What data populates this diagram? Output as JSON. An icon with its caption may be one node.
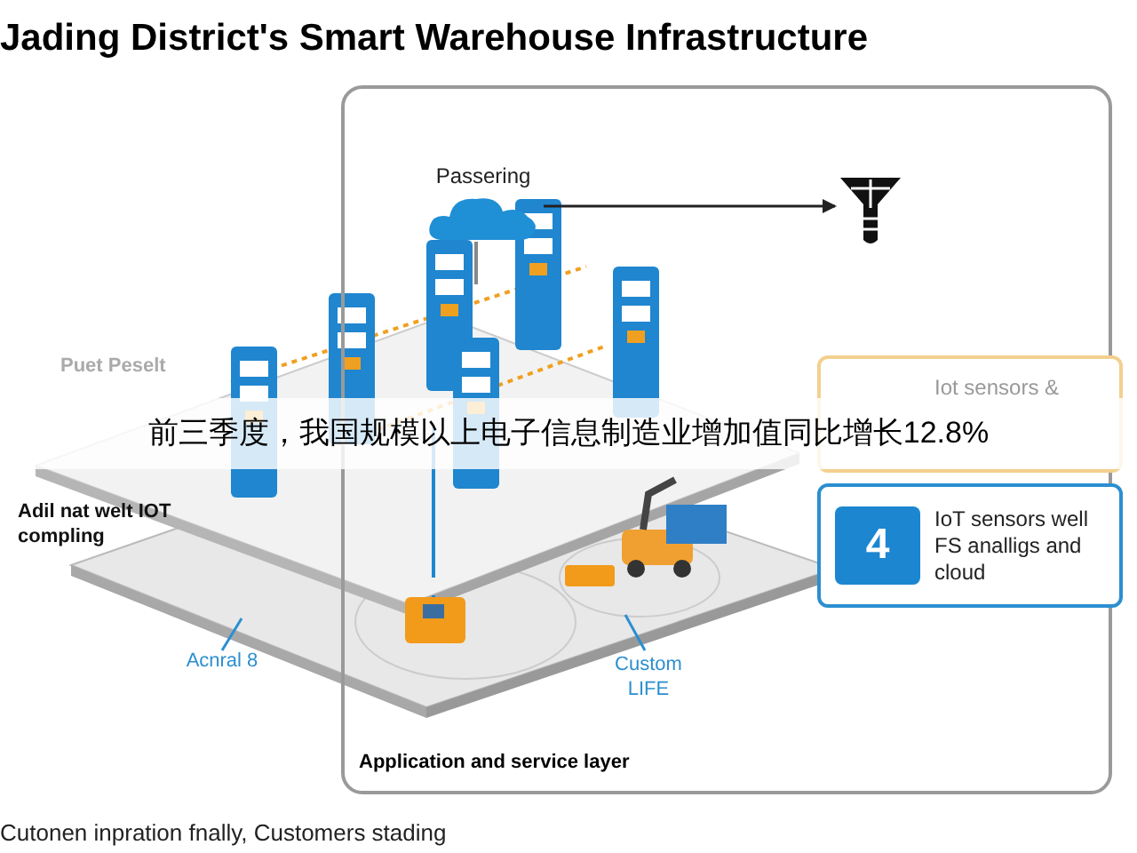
{
  "diagram": {
    "title": "Jading District's Smart Warehouse Infrastructure",
    "caption": "Cutonen inpration fnally, Customers stading",
    "nodes": [
      {
        "text": [
          "Application and service layer"
        ]
      },
      {
        "text": [
          "Passering"
        ],
        "in": 0
      },
      {
        "text": [],
        "shape": "picture",
        "in": 0
      },
      {
        "text": [
          "Iot sensors &"
        ],
        "in": 0
      },
      {
        "text": [
          "4",
          "IoT sensors well FS analligs and cloud"
        ],
        "in": 0
      },
      {
        "text": [
          "Acnral 8"
        ]
      },
      {
        "text": [
          "Custom LIFE"
        ],
        "in": 0
      }
    ],
    "edges": [
      {
        "from": 1,
        "to": 2,
        "arrow": "to",
        "color": "#222222"
      },
      {
        "from": 5,
        "to": null,
        "arrow": "none",
        "color": "#2b8fd0"
      },
      {
        "from": 6,
        "to": null,
        "arrow": "none",
        "color": "#2b8fd0"
      }
    ],
    "labels": [
      "Puet Peselt",
      "Adil nat welt IOT compling",
      "前三季度，我国规模以上电子信息制造业增加值同比增长12.8%"
    ]
  }
}
